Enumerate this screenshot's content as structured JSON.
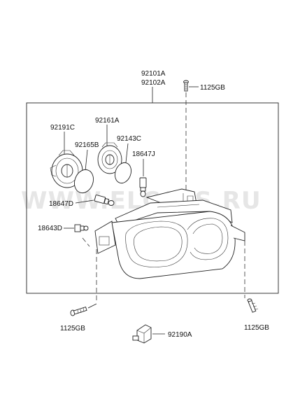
{
  "watermark": "WWW.ELCATS.RU",
  "labels": {
    "assembly_left": "92101A",
    "assembly_right": "92102A",
    "screw_top": "1125GB",
    "socket_left": "92191C",
    "socket_right": "92161A",
    "gasket_left": "92165B",
    "gasket_right": "92143C",
    "bulb_small_right": "18647J",
    "bulb_small_left": "18647D",
    "bulb_side": "18643D",
    "screw_bottom_left": "1125GB",
    "screw_bottom_right": "1125GB",
    "actuator": "92190A"
  }
}
